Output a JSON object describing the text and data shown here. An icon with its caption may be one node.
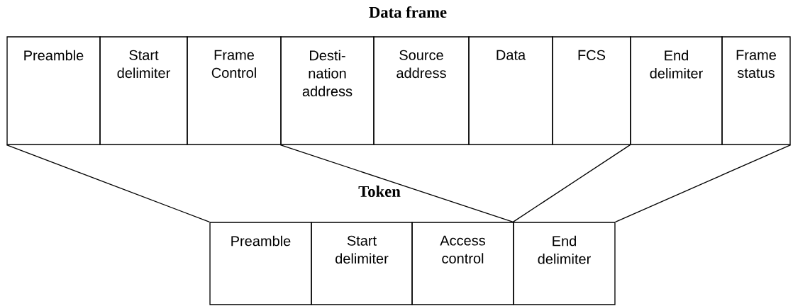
{
  "diagram": {
    "nodes": [
      {
        "text": [
          "Preamble"
        ]
      },
      {
        "text": [
          "Start delimiter"
        ]
      },
      {
        "text": [
          "Frame Control"
        ]
      },
      {
        "text": [
          "Desti-nation address"
        ]
      },
      {
        "text": [
          "Source address"
        ]
      },
      {
        "text": [
          "Data"
        ]
      },
      {
        "text": [
          "FCS"
        ]
      },
      {
        "text": [
          "End delimiter"
        ]
      },
      {
        "text": [
          "Frame status"
        ]
      },
      {
        "text": [
          "Preamble"
        ]
      },
      {
        "text": [
          "Start delimiter"
        ]
      },
      {
        "text": [
          "Access control"
        ]
      },
      {
        "text": [
          "End delimiter"
        ]
      }
    ],
    "edges": [
      {
        "from": 0,
        "to": 9,
        "arrow": "none"
      },
      {
        "from": 3,
        "to": 12,
        "arrow": "none"
      },
      {
        "from": 7,
        "to": 12,
        "arrow": "none"
      },
      {
        "from": 8,
        "to": 12,
        "arrow": "none"
      }
    ],
    "labels": [
      "Data frame",
      "Token"
    ]
  }
}
